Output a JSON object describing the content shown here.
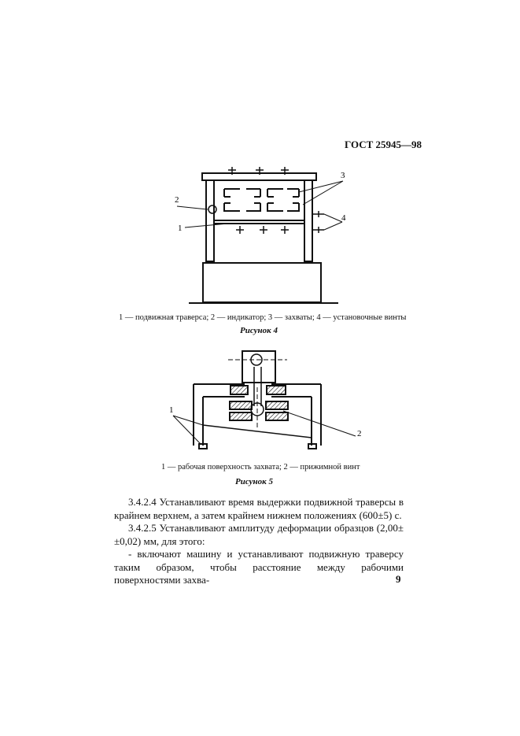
{
  "header": {
    "standard": "ГОСТ 25945—98"
  },
  "figure4": {
    "labels": [
      "1",
      "2",
      "3",
      "4"
    ],
    "caption": "1 — подвижная траверса; 2 — индикатор; 3 — захваты; 4 — установочные винты",
    "title": "Рисунок 4"
  },
  "figure5": {
    "labels": [
      "1",
      "2"
    ],
    "caption": "1 — рабочая поверхность захвата; 2 — прижимной винт",
    "title": "Рисунок 5"
  },
  "body": {
    "p1": "3.4.2.4 Устанавливают время выдержки подвижной траверсы в крайнем верхнем, а затем крайнем нижнем положениях (600±5) с.",
    "p2": "3.4.2.5 Устанавливают амплитуду деформации образцов (2,00± ±0,02) мм, для этого:",
    "p3": "- включают машину и устанавливают подвижную траверсу таким образом, чтобы расстояние между рабочими поверхностями захва-"
  },
  "page_number": "9"
}
